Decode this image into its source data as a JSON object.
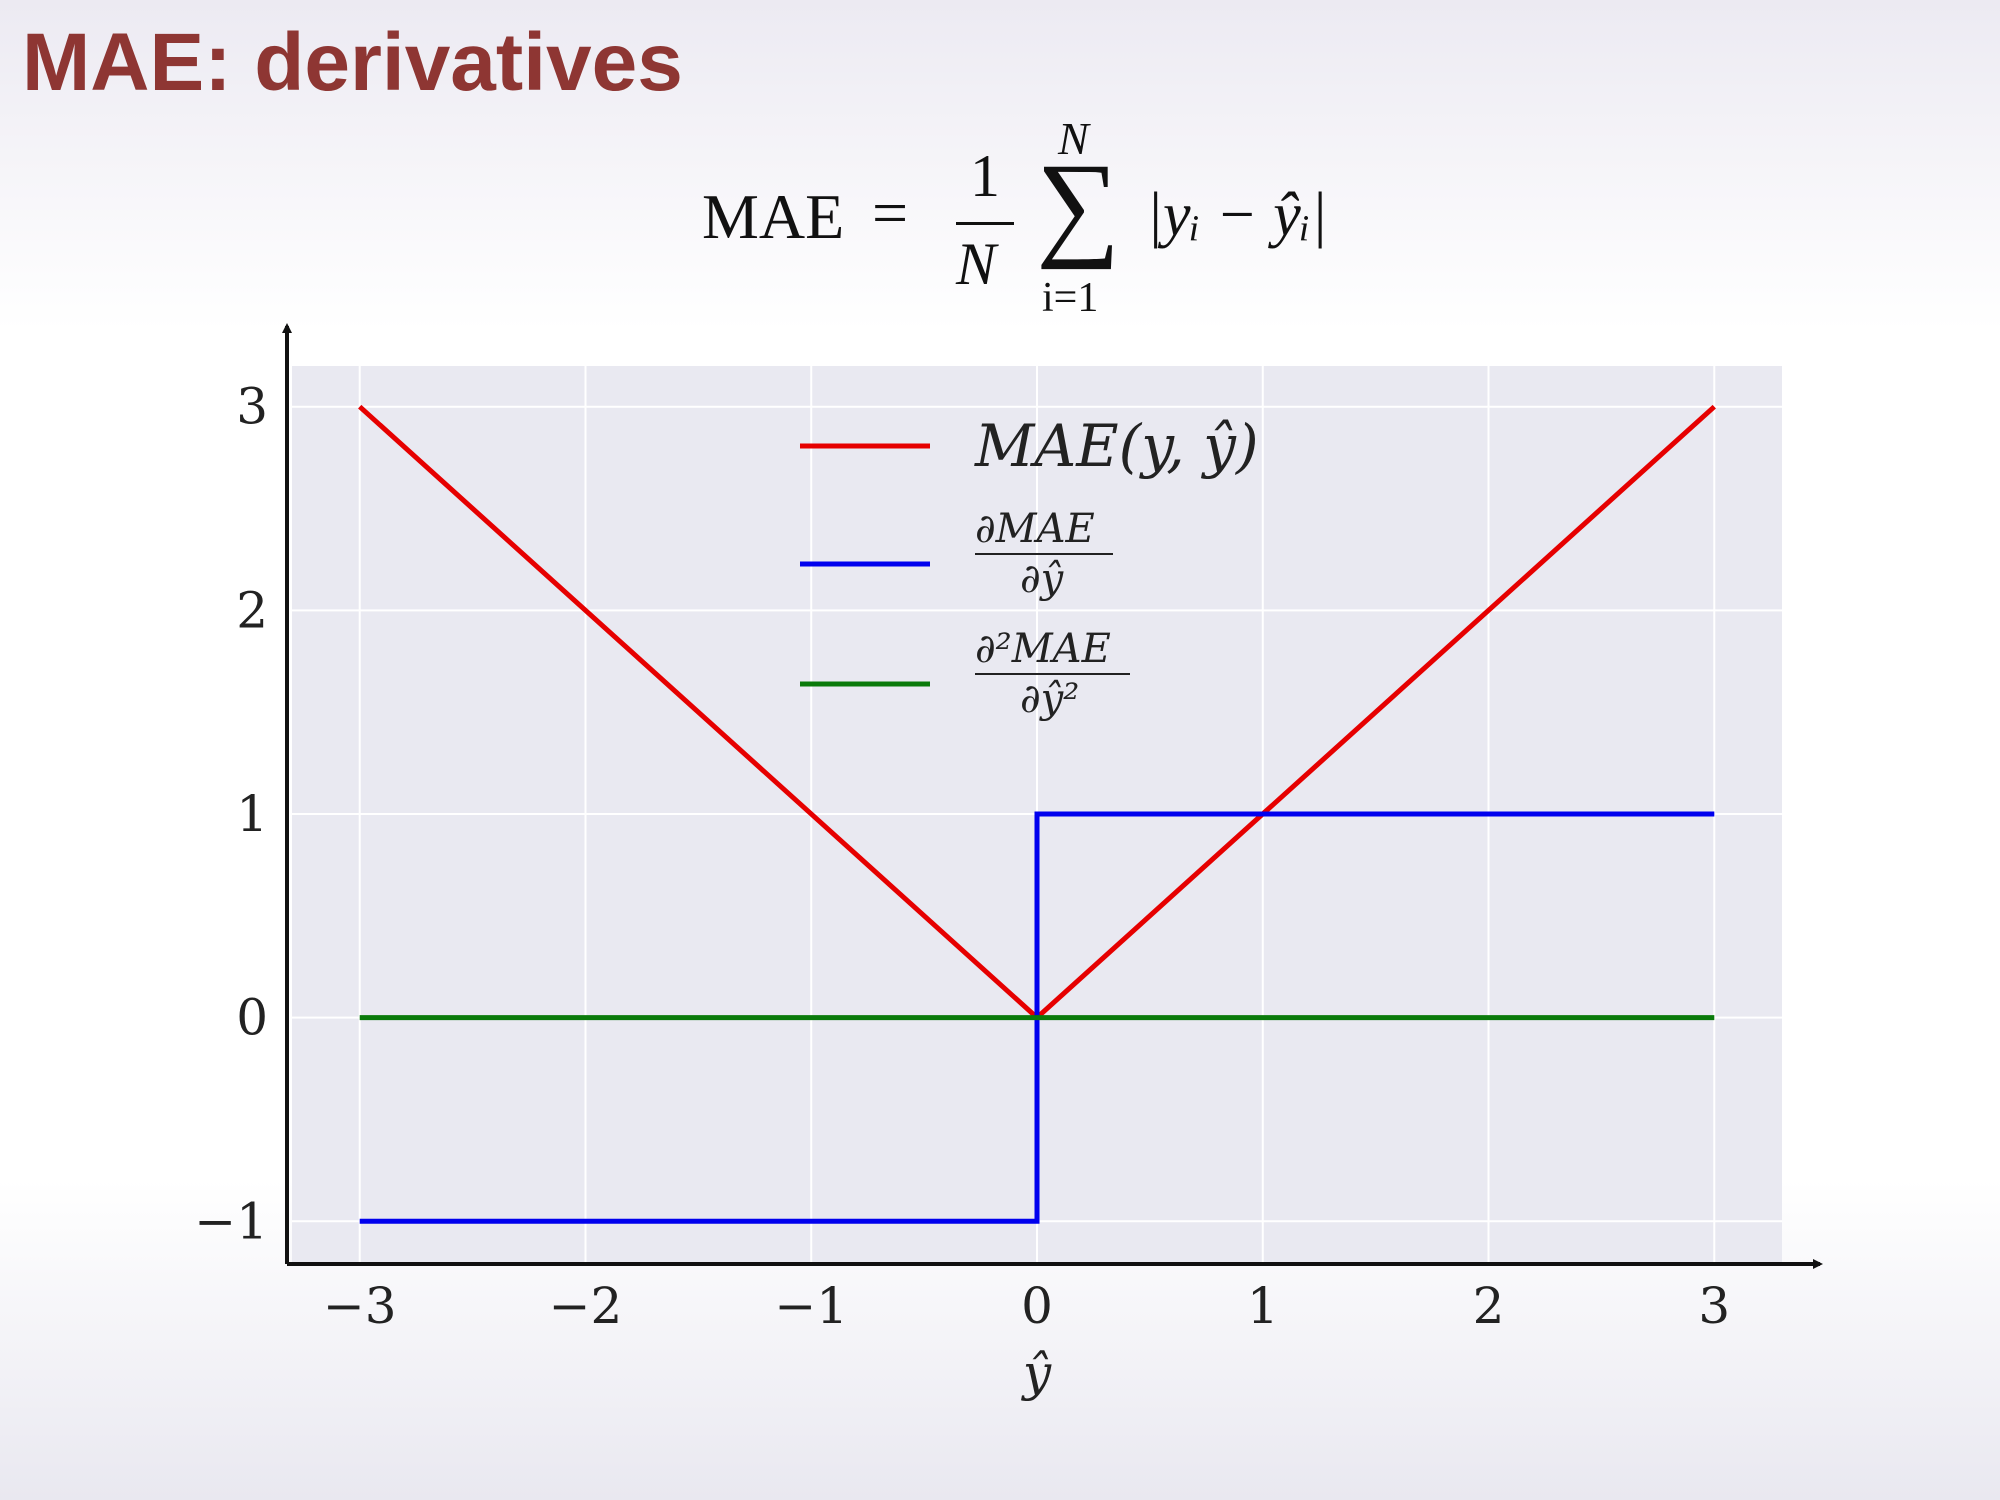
{
  "slide": {
    "title": "MAE: derivatives",
    "formula": {
      "lhs": "MAE",
      "equals": "=",
      "numerator": "1",
      "denominator": "N",
      "sum_upper": "N",
      "sum_symbol": "∑",
      "sum_lower": "i=1",
      "summand": "|yᵢ − ŷᵢ|"
    }
  },
  "chart_data": {
    "type": "line",
    "xlabel": "ŷ",
    "ylabel": "",
    "xlim": [
      -3.3,
      3.3
    ],
    "ylim": [
      -1.2,
      3.2
    ],
    "x_ticks": [
      -3,
      -2,
      -1,
      0,
      1,
      2,
      3
    ],
    "y_ticks": [
      -1,
      0,
      1,
      2,
      3
    ],
    "x_tick_labels": [
      "−3",
      "−2",
      "−1",
      "0",
      "1",
      "2",
      "3"
    ],
    "y_tick_labels": [
      "−1",
      "0",
      "1",
      "2",
      "3"
    ],
    "grid": true,
    "legend_position": "top-center",
    "series": [
      {
        "name": "MAE(y, ŷ)",
        "color": "#e60000",
        "x": [
          -3,
          0,
          3
        ],
        "y": [
          3,
          0,
          3
        ]
      },
      {
        "name": "∂MAE / ∂ŷ",
        "label_num": "∂MAE",
        "label_den": "∂ŷ",
        "color": "#0000ee",
        "x": [
          -3,
          0,
          0,
          3
        ],
        "y": [
          -1,
          -1,
          1,
          1
        ]
      },
      {
        "name": "∂²MAE / ∂ŷ²",
        "label_num": "∂²MAE",
        "label_den": "∂ŷ²",
        "color": "#0a7a0a",
        "x": [
          -3,
          3
        ],
        "y": [
          0,
          0
        ]
      }
    ]
  }
}
